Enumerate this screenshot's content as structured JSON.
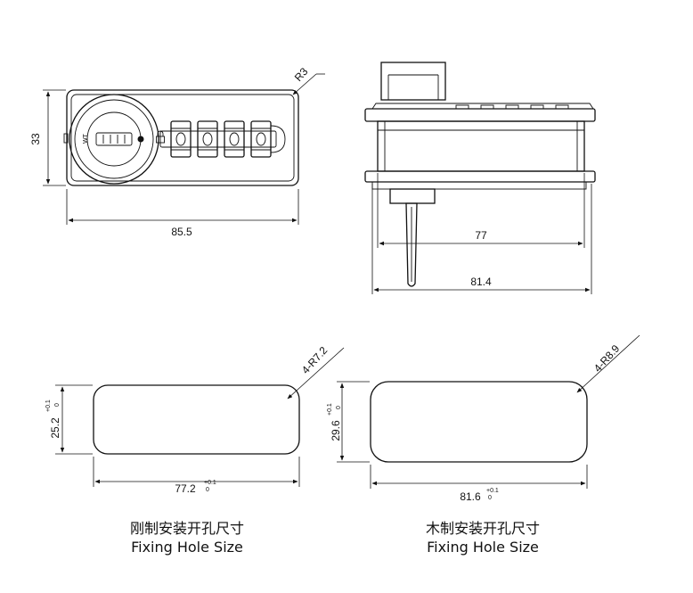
{
  "front_view": {
    "height_dim": "33",
    "width_dim": "85.5",
    "corner_radius": "R3",
    "lock_label": "WT"
  },
  "side_view": {
    "inner_width_dim": "77",
    "outer_width_dim": "81.4"
  },
  "steel_hole": {
    "corner": "4-R7.2",
    "height_dim": "25.2",
    "height_tol_upper": "+0.1",
    "height_tol_lower": "0",
    "width_dim": "77.2",
    "width_tol_upper": "+0.1",
    "width_tol_lower": "0",
    "caption_cn": "刚制安装开孔尺寸",
    "caption_en": "Fixing Hole Size"
  },
  "wood_hole": {
    "corner": "4-R8.9",
    "height_dim": "29.6",
    "height_tol_upper": "+0.1",
    "height_tol_lower": "0",
    "width_dim": "81.6",
    "width_tol_upper": "+0.1",
    "width_tol_lower": "0",
    "caption_cn": "木制安装开孔尺寸",
    "caption_en": "Fixing Hole Size"
  }
}
